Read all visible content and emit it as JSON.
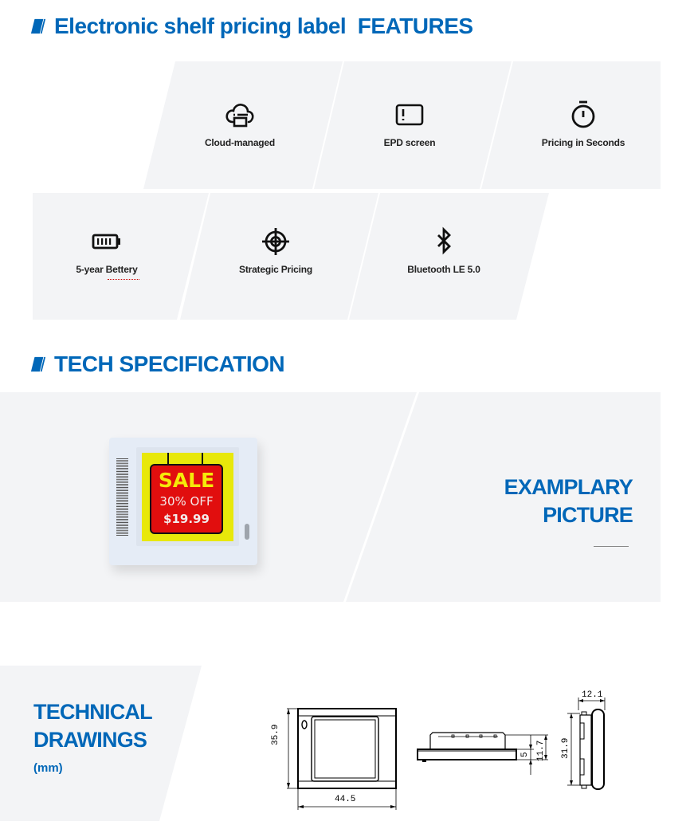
{
  "features_section": {
    "title": "Electronic shelf pricing label  FEATURES",
    "items": [
      {
        "icon": "cloud-managed-icon",
        "label": "Cloud-managed"
      },
      {
        "icon": "epd-screen-icon",
        "label": "EPD screen"
      },
      {
        "icon": "stopwatch-icon",
        "label": "Pricing in Seconds"
      },
      {
        "icon": "battery-icon",
        "label": "5-year Bettery"
      },
      {
        "icon": "target-icon",
        "label": "Strategic Pricing"
      },
      {
        "icon": "bluetooth-icon",
        "label": "Bluetooth LE 5.0"
      }
    ]
  },
  "tech_spec_section": {
    "title": "TECH SPECIFICATION",
    "product_image": {
      "sale_text": "SALE",
      "discount_text": "30% OFF",
      "price_text": "$19.99"
    },
    "caption_line1": "EXAMPLARY",
    "caption_line2": "PICTURE"
  },
  "drawings_section": {
    "title_line1": "TECHNICAL",
    "title_line2": "DRAWINGS",
    "unit": "(mm)",
    "dimensions": {
      "front_height": "35.9",
      "front_width": "44.5",
      "side_total_height": "11.7",
      "side_base_height": "5",
      "end_depth": "12.1",
      "end_height": "31.9"
    }
  },
  "colors": {
    "brand_blue": "#0067b8",
    "panel_bg": "#f3f4f6",
    "sale_red": "#e10e0e",
    "sale_yellow": "#e8e80a"
  }
}
